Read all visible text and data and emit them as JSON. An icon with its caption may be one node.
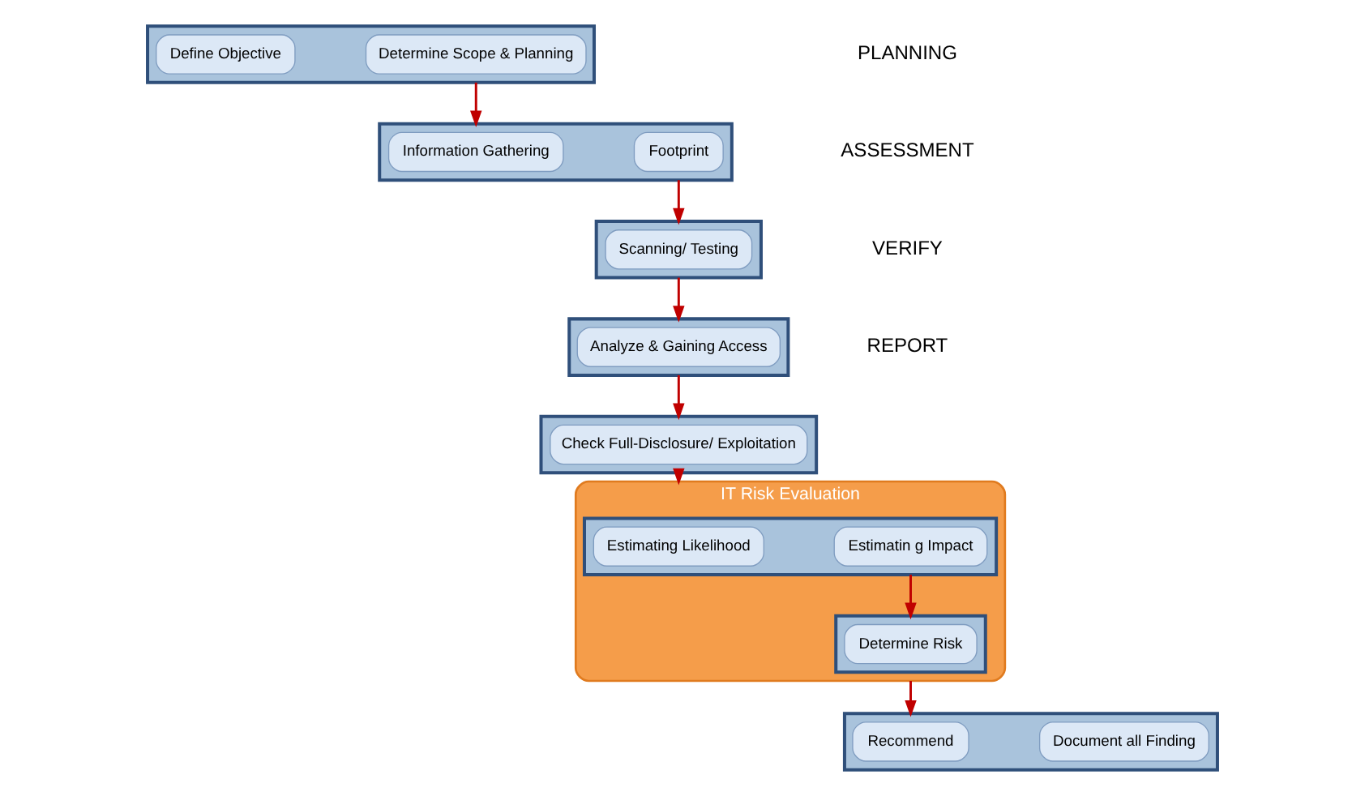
{
  "diagram": {
    "nodes": [
      {
        "text": [],
        "shape": "box"
      },
      {
        "text": [
          "Define Objective"
        ],
        "in": 0
      },
      {
        "text": [
          "Determine Scope & Planning"
        ],
        "in": 0
      },
      {
        "text": [],
        "shape": "box"
      },
      {
        "text": [
          "Information Gathering"
        ],
        "in": 3
      },
      {
        "text": [
          "Footprint"
        ],
        "in": 3
      },
      {
        "text": [],
        "shape": "box"
      },
      {
        "text": [
          "Scanning/ Testing"
        ],
        "in": 6
      },
      {
        "text": [],
        "shape": "box"
      },
      {
        "text": [
          "Analyze & Gaining Access"
        ],
        "in": 8
      },
      {
        "text": [],
        "shape": "box"
      },
      {
        "text": [
          "Check Full-Disclosure/ Exploitation"
        ],
        "in": 10
      },
      {
        "text": [
          "IT Risk Evaluation"
        ]
      },
      {
        "text": [],
        "shape": "box",
        "in": 12
      },
      {
        "text": [
          "Estimating Likelihood"
        ],
        "in": 13
      },
      {
        "text": [
          "Estimatin g Impact"
        ],
        "in": 13
      },
      {
        "text": [],
        "shape": "box",
        "in": 12
      },
      {
        "text": [
          "Determine Risk"
        ],
        "in": 16
      },
      {
        "text": [],
        "shape": "box"
      },
      {
        "text": [
          "Recommend"
        ],
        "in": 18
      },
      {
        "text": [
          "Document all Finding"
        ],
        "in": 18
      }
    ],
    "edges": [
      {
        "from": 0,
        "to": 3,
        "arrow": "to"
      },
      {
        "from": 3,
        "to": 6,
        "arrow": "to"
      },
      {
        "from": 6,
        "to": 8,
        "arrow": "to"
      },
      {
        "from": 8,
        "to": 10,
        "arrow": "to"
      },
      {
        "from": 10,
        "to": 12,
        "arrow": "to"
      },
      {
        "from": 13,
        "to": 16,
        "arrow": "to"
      },
      {
        "from": 12,
        "to": 18,
        "arrow": "to"
      }
    ],
    "labels": [
      "PLANNING",
      "ASSESSMENT",
      "VERIFY",
      "REPORT"
    ]
  }
}
